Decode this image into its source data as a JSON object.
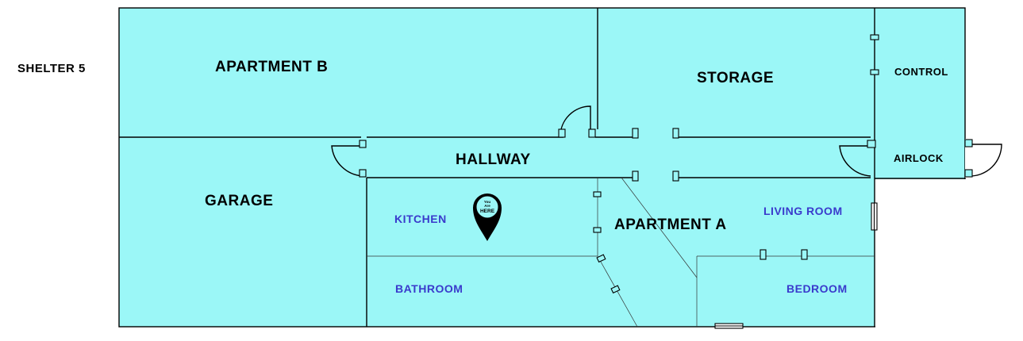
{
  "map": {
    "title": "SHELTER 5",
    "rooms": {
      "apartment_b": "APARTMENT B",
      "storage": "STORAGE",
      "control": "CONTROL",
      "hallway": "HALLWAY",
      "airlock": "AIRLOCK",
      "garage": "GARAGE",
      "apartment_a": "APARTMENT A",
      "kitchen": "KITCHEN",
      "living_room": "LIVING ROOM",
      "bathroom": "BATHROOM",
      "bedroom": "BEDROOM"
    },
    "marker": {
      "line1": "You",
      "line2": "Are",
      "line3": "HERE"
    }
  },
  "colors": {
    "floor": "#9bf7f7",
    "wall": "#000000",
    "sublabel": "#3a3acc",
    "marker": "#000000"
  }
}
